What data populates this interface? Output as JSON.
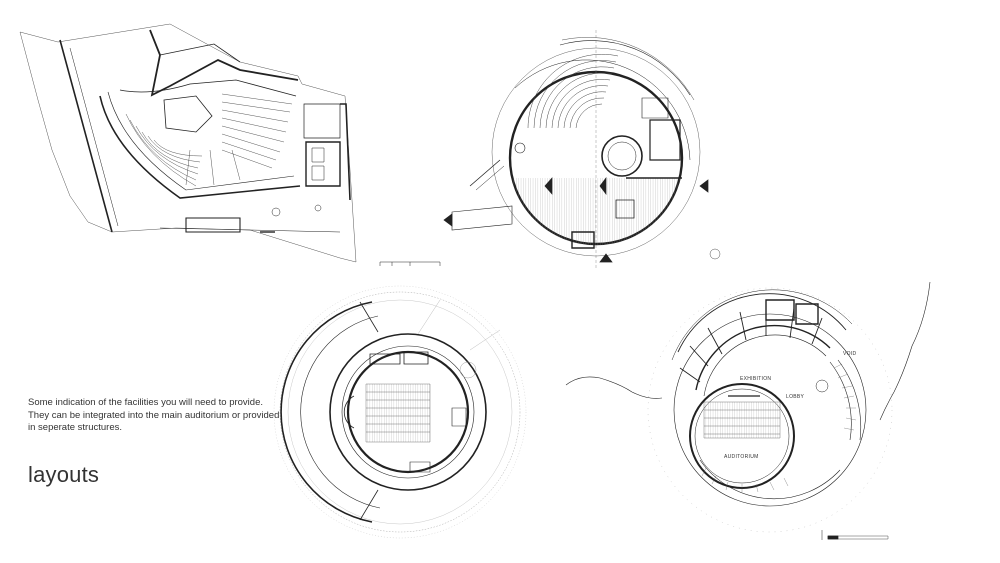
{
  "caption": {
    "line1": "Some indication of the facilities you will need to provide.",
    "line2": "They can be integrated into the main auditorium or provided",
    "line3": "in seperate structures."
  },
  "title": "layouts",
  "plan4": {
    "exhibition": "EXHIBITION",
    "lobby": "LOBBY",
    "auditorium": "AUDITORIUM",
    "void": "VOID"
  },
  "colors": {
    "line": "#222222",
    "light": "#9a9a9a",
    "background": "#ffffff"
  }
}
